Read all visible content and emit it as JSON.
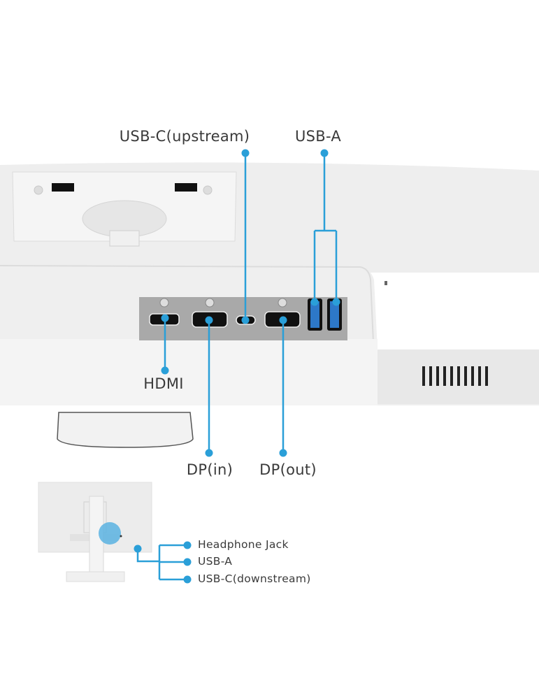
{
  "colors": {
    "accent": "#2a9fd8",
    "panel": "#a9a9a9",
    "body": "#ececec"
  },
  "callouts": {
    "usb_c_upstream": "USB-C(upstream)",
    "usb_a_top": "USB-A",
    "hdmi": "HDMI",
    "dp_in": "DP(in)",
    "dp_out": "DP(out)"
  },
  "side_ports": {
    "items": [
      {
        "label": "Headphone Jack"
      },
      {
        "label": "USB-A"
      },
      {
        "label": "USB-C(downstream)"
      }
    ]
  }
}
